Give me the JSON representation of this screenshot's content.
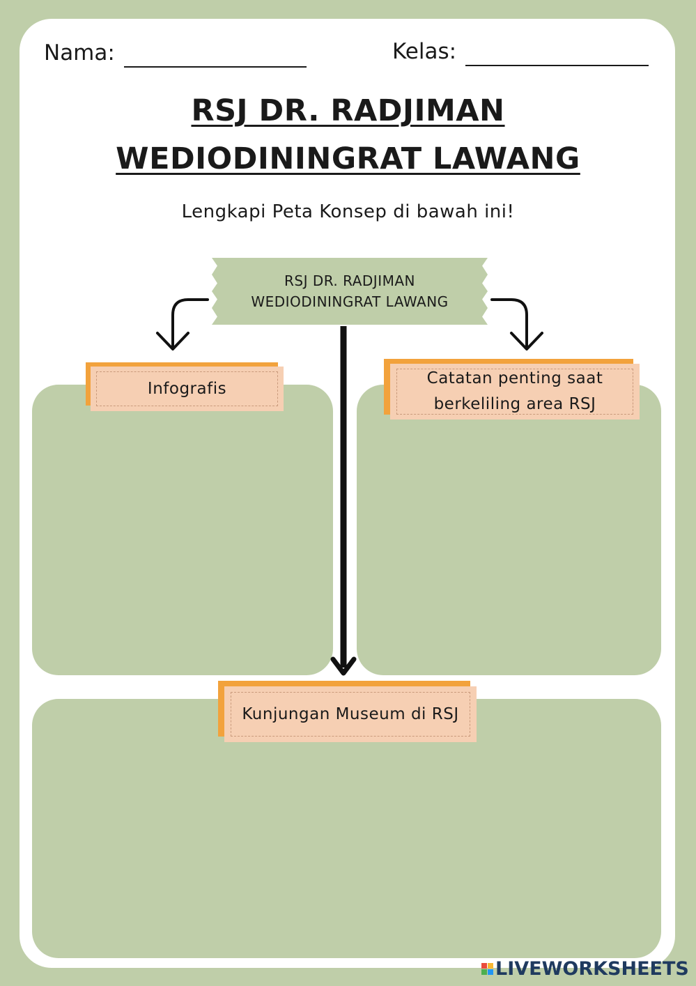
{
  "header": {
    "name_label": "Nama:",
    "class_label": "Kelas:"
  },
  "title": {
    "line1": "RSJ DR. RADJIMAN",
    "line2": "WEDIODININGRAT LAWANG"
  },
  "instruction": "Lengkapi Peta Konsep di bawah ini!",
  "concept_map": {
    "center": {
      "line1": "RSJ DR. RADJIMAN",
      "line2": "WEDIODININGRAT LAWANG"
    },
    "left_label": "Infografis",
    "right_label_line1": "Catatan penting saat",
    "right_label_line2": "berkeliling area RSJ",
    "bottom_label": "Kunjungan Museum di RSJ"
  },
  "footer": {
    "brand": "LIVEWORKSHEETS"
  },
  "colors": {
    "background": "#bfcea9",
    "box_green": "#bfcea9",
    "tag_front": "#f6cfb3",
    "tag_shadow": "#f2a23c",
    "brand": "#1f3a5f"
  }
}
